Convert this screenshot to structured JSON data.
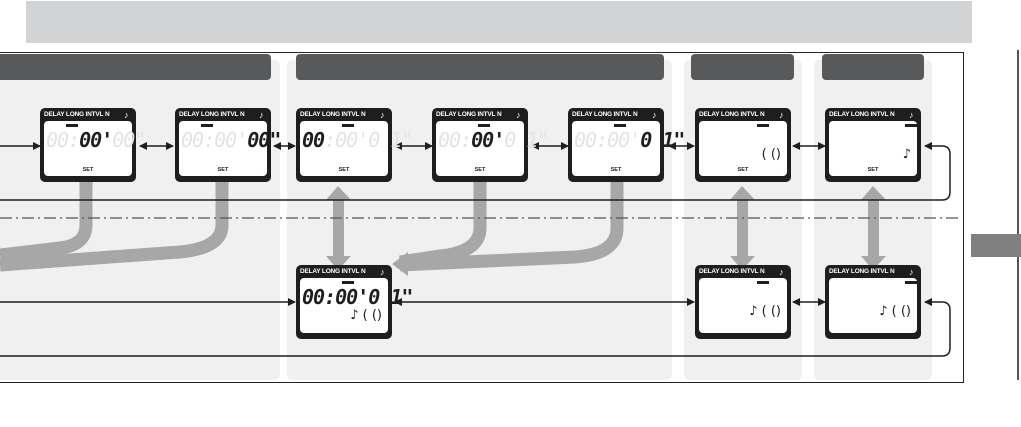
{
  "lcd_labels": {
    "delay": "DELAY",
    "long": "LONG",
    "intvl": "INTVL",
    "n": "N",
    "note": "♪",
    "set": "SET"
  },
  "displays": [
    {
      "id": "d1",
      "seg1": "00",
      "colon": ":",
      "seg2": "00",
      "sep": "'",
      "seg3": "00",
      "end": "\"",
      "active": "seg2",
      "sub": ""
    },
    {
      "id": "d2",
      "seg1": "00",
      "colon": ":",
      "seg2": "00",
      "sep": "'",
      "seg3": "00",
      "end": "\"",
      "active": "seg3",
      "sub": ""
    },
    {
      "id": "d3",
      "seg1": "00",
      "colon": ":",
      "seg2": "00",
      "sep": "'",
      "seg3": "0 1",
      "end": "\"",
      "active": "seg1",
      "sub": ""
    },
    {
      "id": "d4",
      "seg1": "00",
      "colon": ":",
      "seg2": "00",
      "sep": "'",
      "seg3": "0 1",
      "end": "\"",
      "active": "seg2",
      "sub": ""
    },
    {
      "id": "d5",
      "seg1": "00",
      "colon": ":",
      "seg2": "00",
      "sep": "'",
      "seg3": "0 1",
      "end": "\"",
      "active": "seg3",
      "sub": ""
    },
    {
      "id": "d6",
      "sub": "(    ()"
    },
    {
      "id": "d7",
      "sub": "♪"
    },
    {
      "id": "d8",
      "seg1": "00",
      "colon": ":",
      "seg2": "00",
      "sep": "'",
      "seg3": "0 1",
      "end": "\"",
      "active": "all",
      "sub": "♪ (    ()"
    },
    {
      "id": "d9",
      "sub": "♪ (    ()"
    },
    {
      "id": "d10",
      "sub": "♪ (    ()"
    }
  ],
  "colors": {
    "title_bar": "#d2d3d5",
    "header": "#58595b",
    "panel": "#f0f0f0",
    "lcd": "#1e1e1e",
    "arrow_gray": "#a7a7a7",
    "side_tab": "#808080"
  }
}
